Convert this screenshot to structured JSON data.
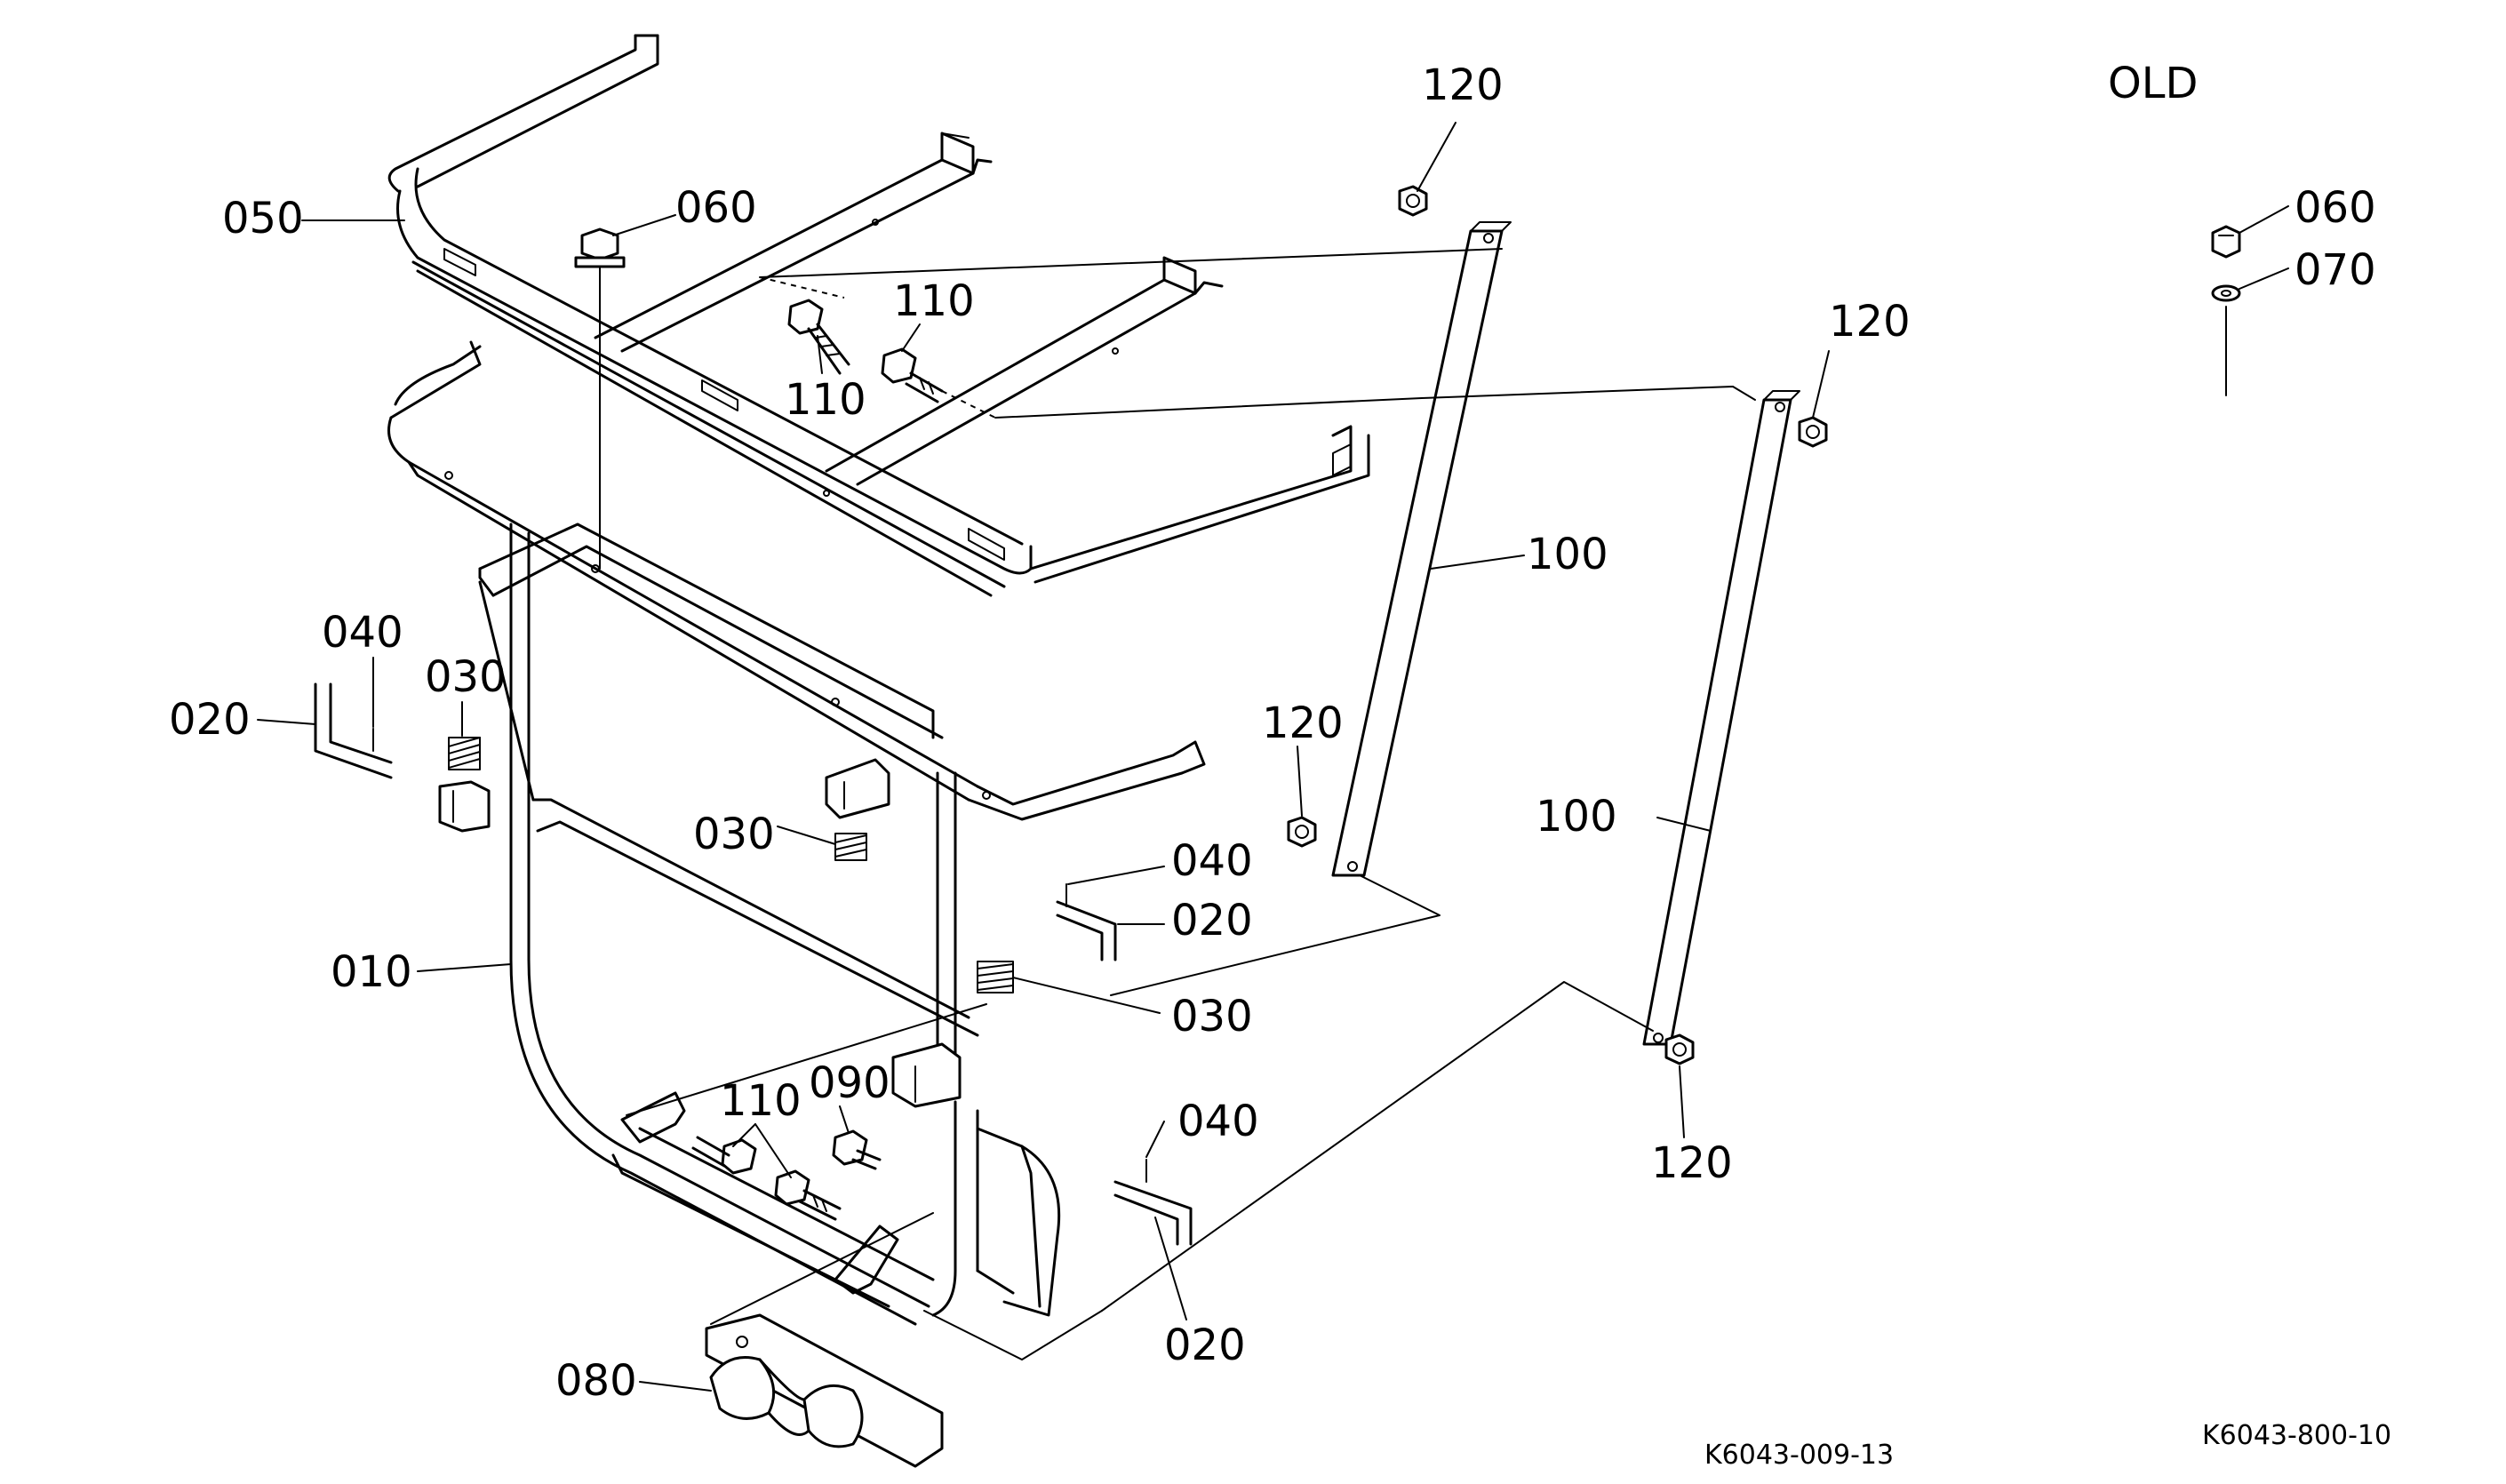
{
  "variant_label": "OLD",
  "drawing_codes": {
    "main": "K6043-009-13",
    "detail": "K6043-800-10"
  },
  "labels": {
    "l120a": "120",
    "l050": "050",
    "l060a": "060",
    "l110a": "110",
    "l110b": "110",
    "l120b": "120",
    "l100a": "100",
    "l040a": "040",
    "l030a": "030",
    "l020a": "020",
    "l120c": "120",
    "l030b": "030",
    "l040b": "040",
    "l020b": "020",
    "l100b": "100",
    "l010": "010",
    "l030c": "030",
    "l090": "090",
    "l110c": "110",
    "l040c": "040",
    "l120d": "120",
    "l020c": "020",
    "l080": "080",
    "l060b": "060",
    "l070": "070"
  }
}
